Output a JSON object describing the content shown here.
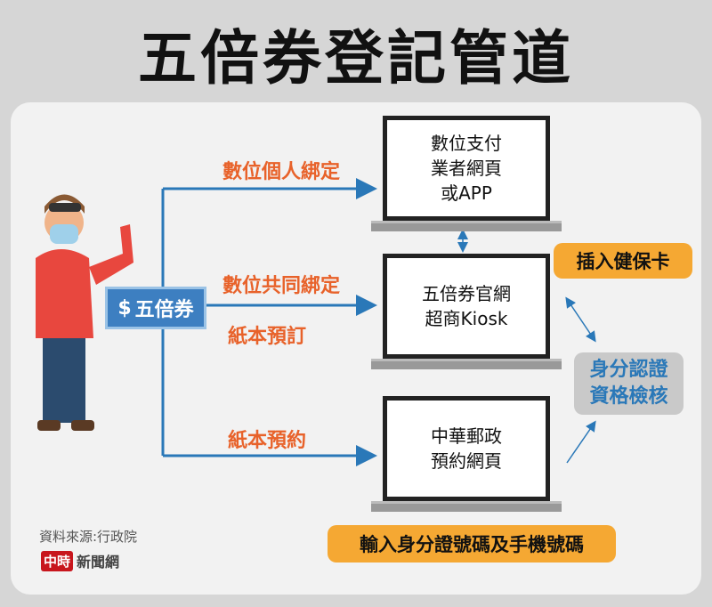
{
  "title": "五倍券登記管道",
  "voucher": {
    "symbol": "$",
    "label": "五倍券"
  },
  "channels": [
    "數位個人綁定",
    "數位共同綁定",
    "紙本預訂",
    "紙本預約"
  ],
  "screens": [
    {
      "lines": [
        "數位支付",
        "業者網頁",
        "或APP"
      ]
    },
    {
      "lines": [
        "五倍券官網",
        "超商Kiosk"
      ]
    },
    {
      "lines": [
        "中華郵政",
        "預約網頁"
      ]
    }
  ],
  "health_card": "插入健保卡",
  "verify": [
    "身分認證",
    "資格檢核"
  ],
  "id_input": "輸入身分證號碼及手機號碼",
  "source": "資料來源:行政院",
  "logo": {
    "red": "中時",
    "text": "新聞網"
  },
  "colors": {
    "orange": "#e8622a",
    "yellow": "#f5a833",
    "blue": "#2a78b8"
  }
}
